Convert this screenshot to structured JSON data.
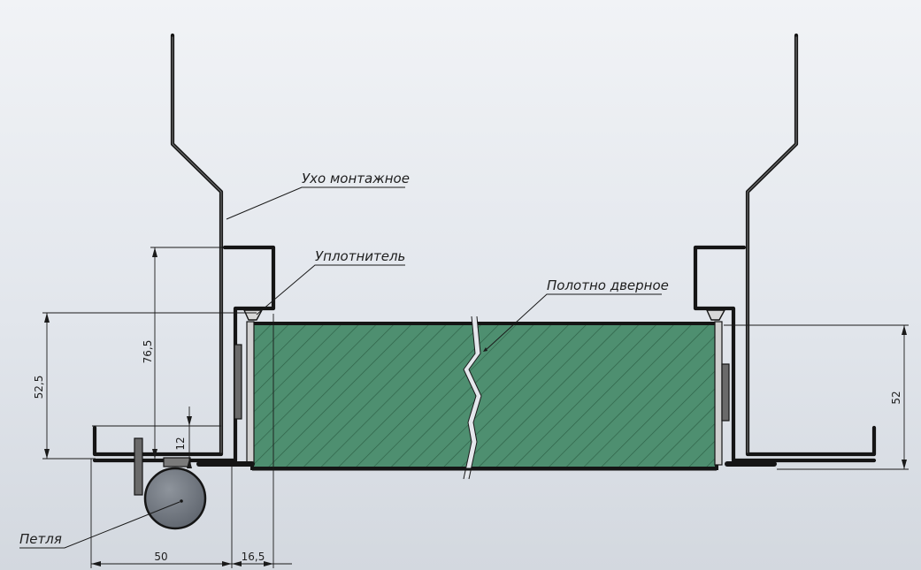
{
  "labels": {
    "mounting_ear": "Ухо монтажное",
    "seal": "Уплотнитель",
    "door_leaf": "Полотно дверное",
    "hinge": "Петля"
  },
  "dimensions": {
    "left_height": "52,5",
    "inner_height": "76,5",
    "gap": "12",
    "right_height": "52",
    "bottom_width": "50",
    "bottom_offset": "16,5"
  },
  "colors": {
    "door_fill": "#4e8f70",
    "hatch": "#2d6046",
    "steel": "#151515",
    "hinge": "#6d737c",
    "background": "#e6e9ee"
  }
}
